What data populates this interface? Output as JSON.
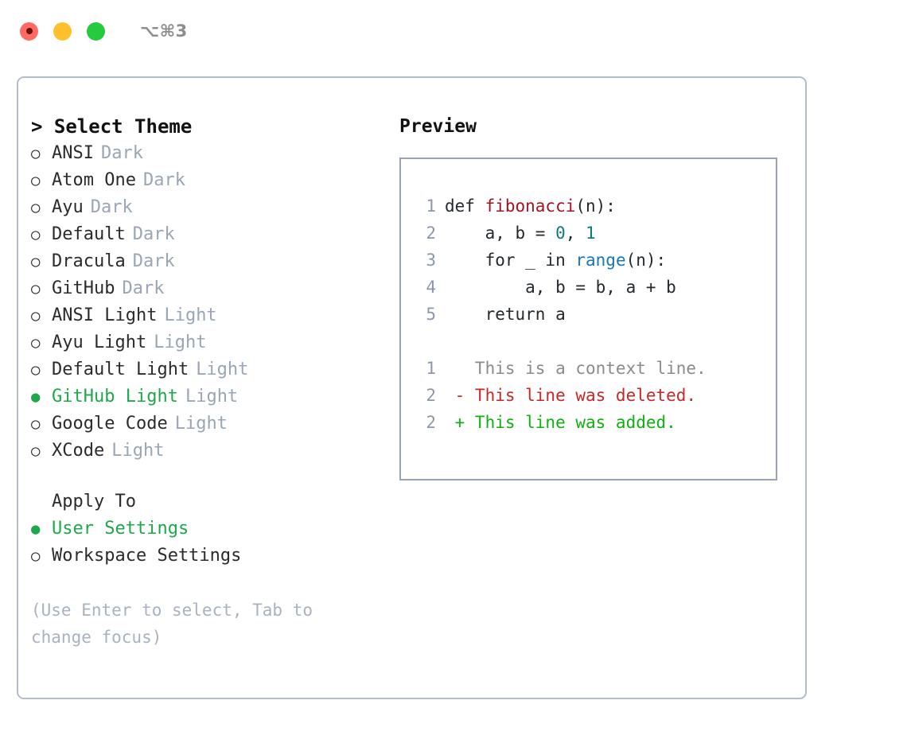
{
  "titlebar": {
    "shortcut": "⌥⌘3",
    "buttons": [
      "close",
      "minimize",
      "maximize"
    ]
  },
  "theme_panel": {
    "title": "> Select Theme",
    "marker_selected": "●",
    "marker_unselected": "○",
    "selected_color": "#1ea84a",
    "items": [
      {
        "name": "ANSI",
        "tag": "Dark",
        "selected": false
      },
      {
        "name": "Atom One",
        "tag": "Dark",
        "selected": false
      },
      {
        "name": "Ayu",
        "tag": "Dark",
        "selected": false
      },
      {
        "name": "Default",
        "tag": "Dark",
        "selected": false
      },
      {
        "name": "Dracula",
        "tag": "Dark",
        "selected": false
      },
      {
        "name": "GitHub",
        "tag": "Dark",
        "selected": false
      },
      {
        "name": "ANSI Light",
        "tag": "Light",
        "selected": false
      },
      {
        "name": "Ayu Light",
        "tag": "Light",
        "selected": false
      },
      {
        "name": "Default Light",
        "tag": "Light",
        "selected": false
      },
      {
        "name": "GitHub Light",
        "tag": "Light",
        "selected": true
      },
      {
        "name": "Google Code",
        "tag": "Light",
        "selected": false
      },
      {
        "name": "XCode",
        "tag": "Light",
        "selected": false
      }
    ]
  },
  "apply_to": {
    "title": "Apply To",
    "items": [
      {
        "name": "User Settings",
        "selected": true
      },
      {
        "name": "Workspace Settings",
        "selected": false
      }
    ]
  },
  "hint": "(Use Enter to select, Tab to change focus)",
  "preview": {
    "title": "Preview",
    "code_lines": [
      {
        "num": "1",
        "tokens": [
          {
            "t": "def ",
            "c": "plain"
          },
          {
            "t": "fibonacci",
            "c": "fn"
          },
          {
            "t": "(n):",
            "c": "plain"
          }
        ]
      },
      {
        "num": "2",
        "tokens": [
          {
            "t": "    a, b = ",
            "c": "plain"
          },
          {
            "t": "0",
            "c": "num"
          },
          {
            "t": ", ",
            "c": "plain"
          },
          {
            "t": "1",
            "c": "num"
          }
        ]
      },
      {
        "num": "3",
        "tokens": [
          {
            "t": "    for _ in ",
            "c": "plain"
          },
          {
            "t": "range",
            "c": "call"
          },
          {
            "t": "(n):",
            "c": "plain"
          }
        ]
      },
      {
        "num": "4",
        "tokens": [
          {
            "t": "        a, b = b, a + b",
            "c": "plain"
          }
        ]
      },
      {
        "num": "5",
        "tokens": [
          {
            "t": "    return a",
            "c": "plain"
          }
        ]
      }
    ],
    "diff_lines": [
      {
        "num": "1",
        "sign": " ",
        "text": "This is a context line.",
        "kind": "ctx"
      },
      {
        "num": "2",
        "sign": "-",
        "text": "This line was deleted.",
        "kind": "del"
      },
      {
        "num": "2",
        "sign": "+",
        "text": "This line was added.",
        "kind": "add"
      }
    ]
  }
}
